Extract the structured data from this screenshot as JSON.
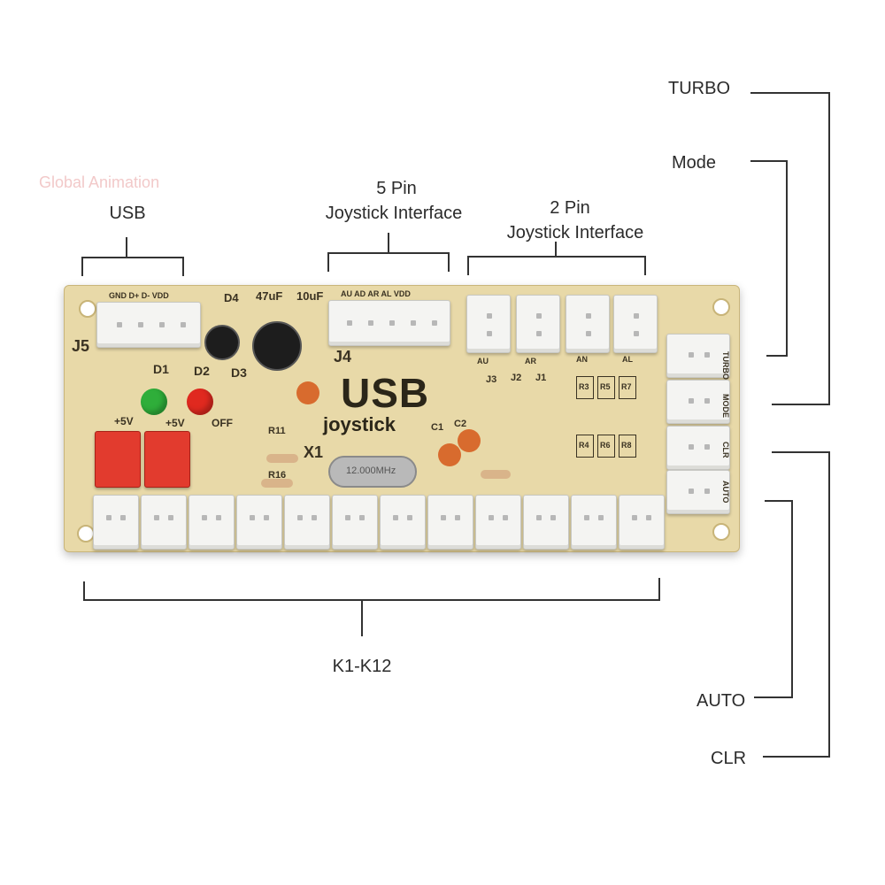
{
  "labels": {
    "usb": "USB",
    "pin5_line1": "5 Pin",
    "pin5_line2": "Joystick Interface",
    "pin2_line1": "2 Pin",
    "pin2_line2": "Joystick Interface",
    "turbo": "TURBO",
    "mode": "Mode",
    "auto": "AUTO",
    "clr": "CLR",
    "k1_k12": "K1-K12"
  },
  "silkscreen": {
    "usb_pins": "GND D+ D- VDD",
    "j5": "J5",
    "d1": "D1",
    "d2": "D2",
    "d3": "D3",
    "d4": "D4",
    "cap47": "47uF",
    "cap10": "10uF",
    "joy_pins": "AU AD AR AL VDD",
    "j4": "J4",
    "usb_big": "USB",
    "joystick": "joystick",
    "plus5v_a": "+5V",
    "plus5v_b": "+5V",
    "off": "OFF",
    "r11": "R11",
    "r16": "R16",
    "x1": "X1",
    "c1": "C1",
    "c2": "C2",
    "j3": "J3",
    "j2": "J2",
    "j1": "J1",
    "r3": "R3",
    "r5": "R5",
    "r7": "R7",
    "r4": "R4",
    "r6": "R6",
    "r8": "R8",
    "au": "AU",
    "ar": "AR",
    "an": "AN",
    "al": "AL",
    "side_turbo": "TURBO",
    "side_mode": "MODE",
    "side_clr": "CLR",
    "side_auto": "AUTO",
    "crystal": "12.000MHz"
  },
  "colors": {
    "pcb": "#e8d9a8",
    "connector_white": "#f4f4f2",
    "connector_red": "#e23b2e",
    "led_green": "#2fae3a",
    "led_red": "#e0291f"
  }
}
